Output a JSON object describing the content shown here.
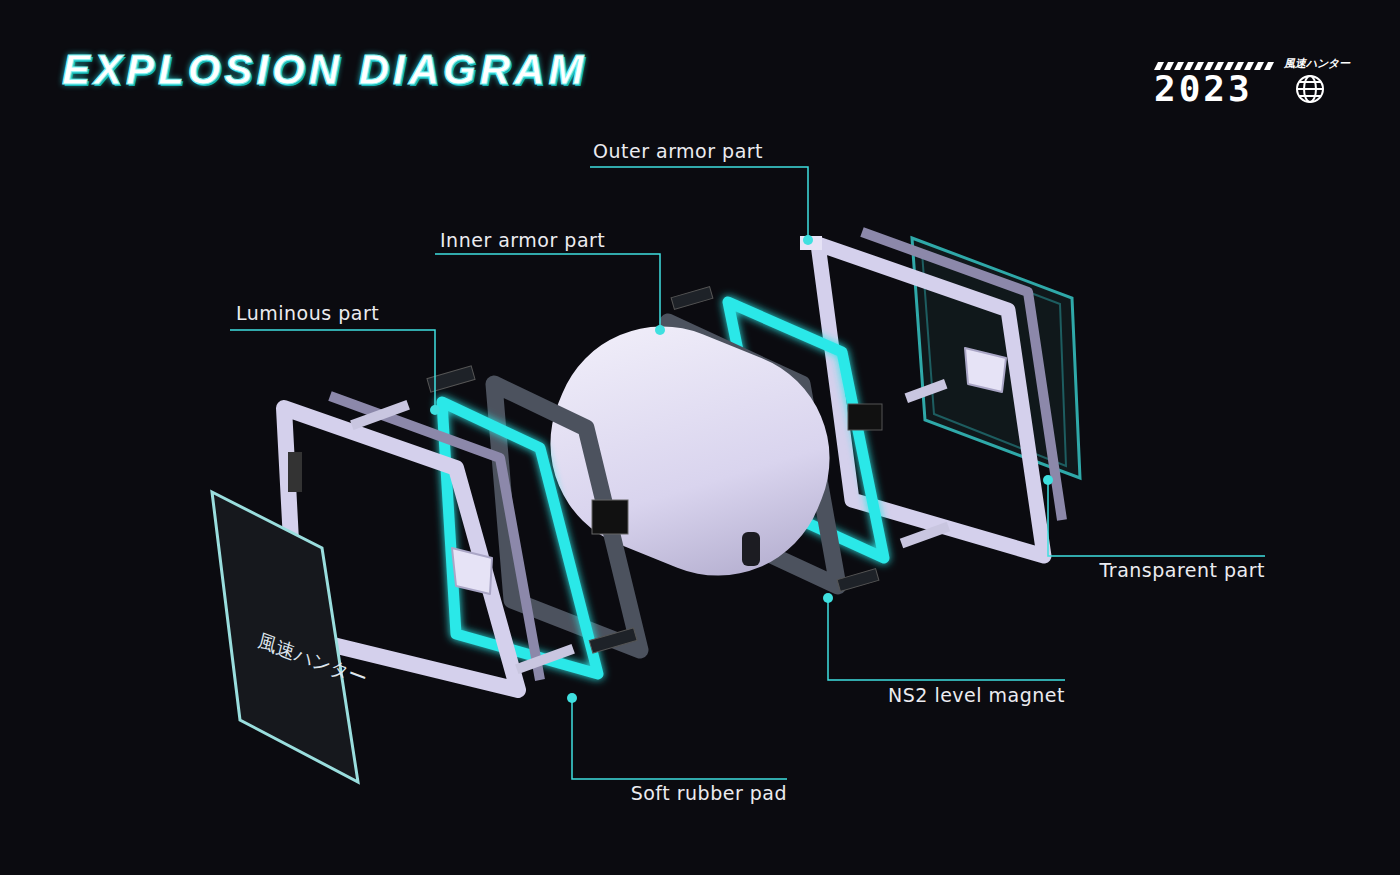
{
  "diagram": {
    "title": "EXPLOSION DIAGRAM",
    "labels": [
      "風速ハンター",
      "2023",
      "Outer armor part",
      "Inner armor part",
      "Luminous part",
      "風速ハンター",
      "Transparent part",
      "NS2 level magnet",
      "Soft rubber pad"
    ]
  }
}
